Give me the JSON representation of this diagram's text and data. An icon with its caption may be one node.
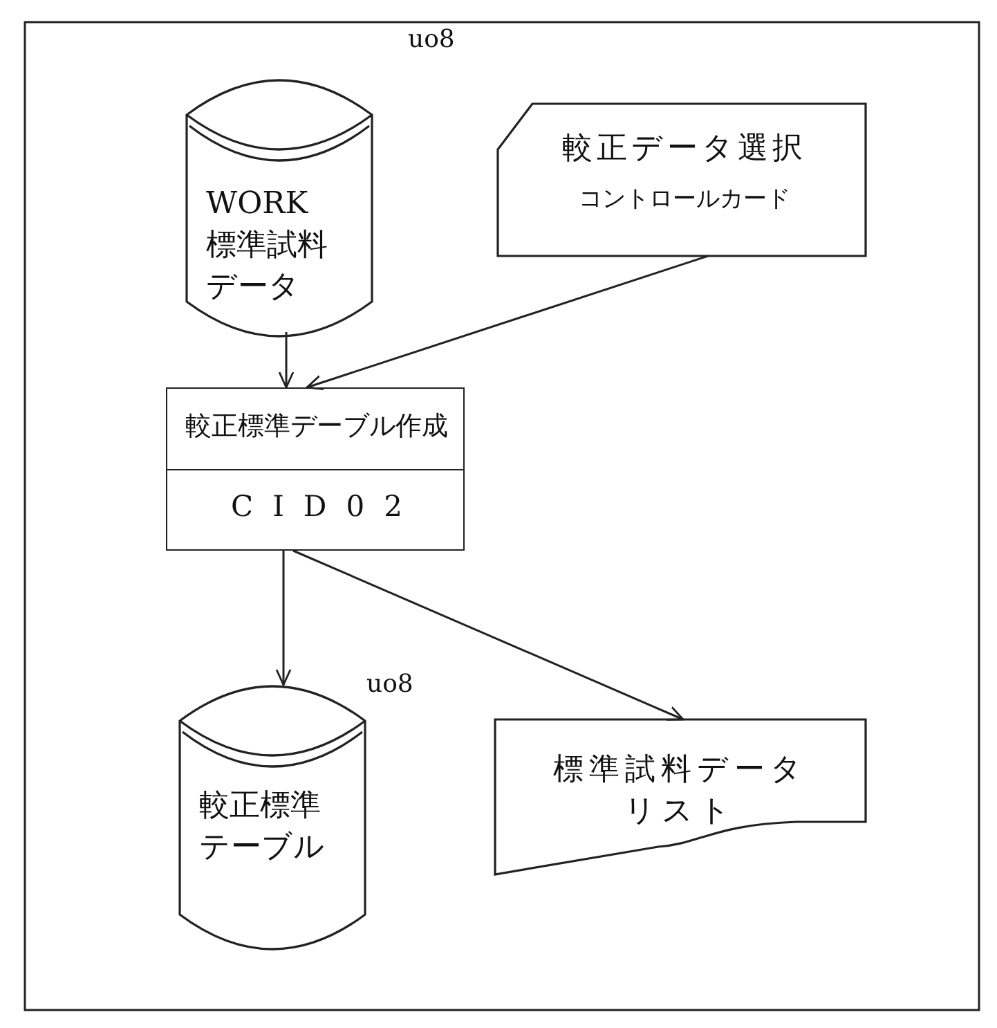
{
  "diagram": {
    "nodes": [
      {
        "text": [
          "WORK標準試料データ"
        ],
        "beside": [
          "uo8"
        ]
      },
      {
        "text": [
          "較正データ選択",
          "コントロールカード"
        ]
      },
      {
        "text": [
          "較正標準デーブル作成",
          "CID02"
        ]
      },
      {
        "text": [
          "較正標準テーブル"
        ],
        "beside": [
          "uo8"
        ]
      },
      {
        "text": [
          "標準試料データリスト"
        ]
      }
    ],
    "edges": [
      {
        "from": 0,
        "to": 2,
        "arrow": "to"
      },
      {
        "from": 1,
        "to": 2,
        "arrow": "to"
      },
      {
        "from": 2,
        "to": 3,
        "arrow": "to"
      },
      {
        "from": 2,
        "to": 4,
        "arrow": "to"
      }
    ]
  }
}
